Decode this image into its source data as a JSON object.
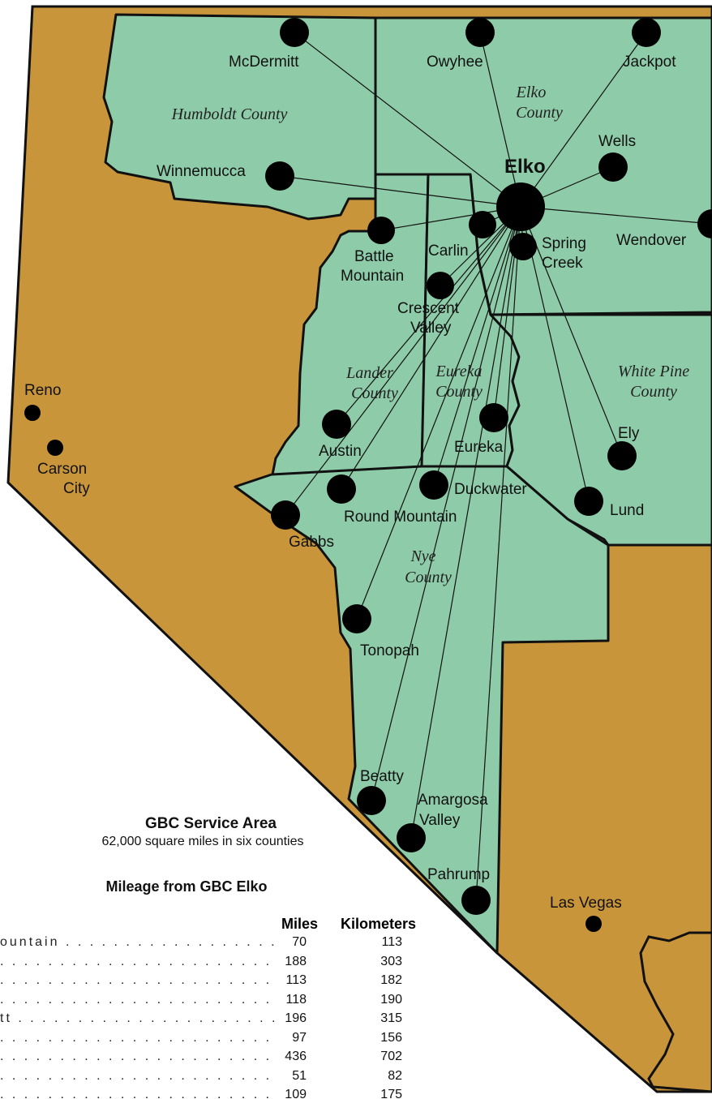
{
  "map": {
    "title": "GBC Service Area",
    "subtitle": "62,000 square miles in six counties",
    "colors": {
      "land_outside": "#c9953a",
      "service_area": "#8ecca9",
      "border": "#111111",
      "dot": "#000000"
    },
    "counties": [
      "Humboldt County",
      "Elko County",
      "Lander County",
      "Eureka County",
      "White Pine County",
      "Nye County"
    ],
    "hub": "Elko",
    "cities": {
      "mcdermitt": "McDermitt",
      "owyhee": "Owyhee",
      "jackpot": "Jackpot",
      "wells": "Wells",
      "winnemucca": "Winnemucca",
      "wendover": "Wendover",
      "battle_mountain": "Battle Mountain",
      "carlin": "Carlin",
      "spring_creek": "Spring Creek",
      "crescent_valley": "Crescent Valley",
      "austin": "Austin",
      "eureka": "Eureka",
      "ely": "Ely",
      "duckwater": "Duckwater",
      "round_mountain": "Round Mountain",
      "gabbs": "Gabbs",
      "lund": "Lund",
      "tonopah": "Tonopah",
      "beatty": "Beatty",
      "amargosa_valley": "Amargosa Valley",
      "pahrump": "Pahrump",
      "reno": "Reno",
      "carson_city": "Carson City",
      "las_vegas": "Las Vegas"
    }
  },
  "mileage": {
    "heading": "Mileage from GBC Elko",
    "col_miles": "Miles",
    "col_km": "Kilometers",
    "rows": [
      {
        "dest": "ountain",
        "miles": "70",
        "km": "113"
      },
      {
        "dest": "",
        "miles": "188",
        "km": "303"
      },
      {
        "dest": "",
        "miles": "113",
        "km": "182"
      },
      {
        "dest": "",
        "miles": "118",
        "km": "190"
      },
      {
        "dest": "tt",
        "miles": "196",
        "km": "315"
      },
      {
        "dest": "",
        "miles": "97",
        "km": "156"
      },
      {
        "dest": "",
        "miles": "436",
        "km": "702"
      },
      {
        "dest": "",
        "miles": "51",
        "km": "82"
      },
      {
        "dest": "",
        "miles": "109",
        "km": "175"
      }
    ]
  }
}
